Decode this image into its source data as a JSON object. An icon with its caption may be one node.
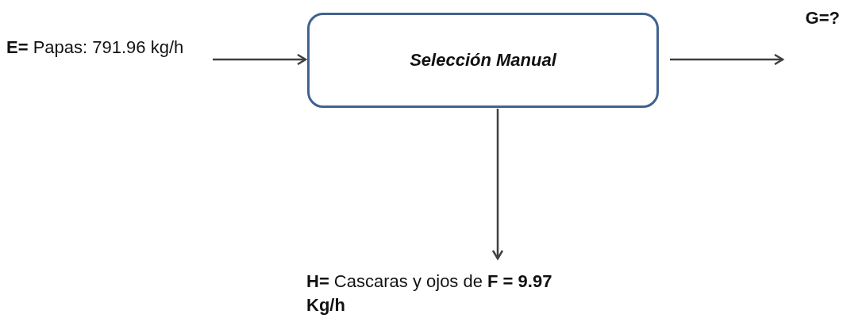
{
  "diagram": {
    "nodes": [
      {
        "text": [
          "**E=** Papas: 791.96 kg/h"
        ]
      },
      {
        "text": [
          "Selección Manual"
        ]
      },
      {
        "text": [
          "G=?"
        ]
      },
      {
        "text": [
          "**H=** Cascaras y ojos de **F = 9.97 Kg/h**"
        ]
      }
    ],
    "edges": [
      {
        "from": 0,
        "to": 1,
        "arrow": "to"
      },
      {
        "from": 1,
        "to": 2,
        "arrow": "to"
      },
      {
        "from": 1,
        "to": 3,
        "arrow": "to"
      }
    ]
  }
}
